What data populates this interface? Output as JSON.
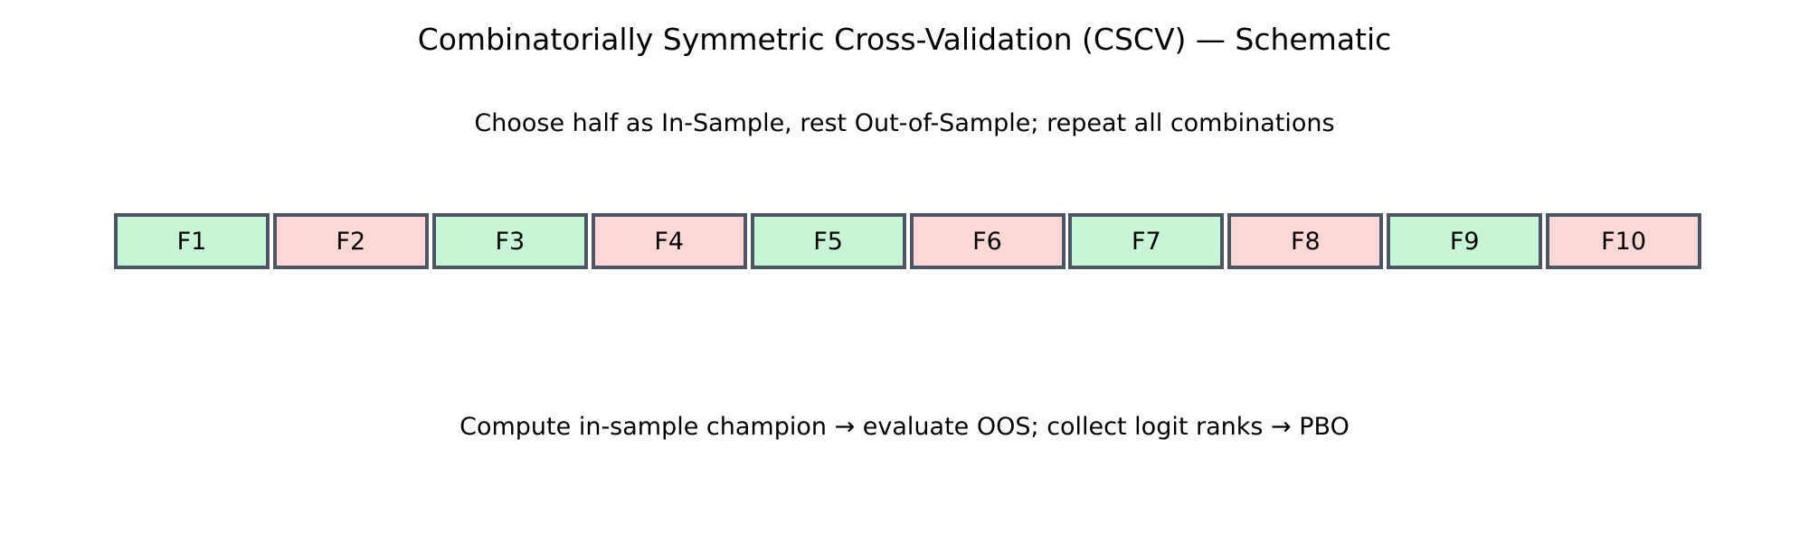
{
  "title": "Combinatorially Symmetric Cross-Validation (CSCV) — Schematic",
  "subtitle": "Choose half as In-Sample, rest Out-of-Sample; repeat all combinations",
  "footer_note": "Compute in-sample champion → evaluate OOS; collect logit ranks → PBO",
  "colors": {
    "in_sample": "#c6f6d5",
    "out_of_sample": "#fed7d7",
    "border": "#4b5563"
  },
  "folds": [
    {
      "label": "F1",
      "set": "in_sample"
    },
    {
      "label": "F2",
      "set": "out_of_sample"
    },
    {
      "label": "F3",
      "set": "in_sample"
    },
    {
      "label": "F4",
      "set": "out_of_sample"
    },
    {
      "label": "F5",
      "set": "in_sample"
    },
    {
      "label": "F6",
      "set": "out_of_sample"
    },
    {
      "label": "F7",
      "set": "in_sample"
    },
    {
      "label": "F8",
      "set": "out_of_sample"
    },
    {
      "label": "F9",
      "set": "in_sample"
    },
    {
      "label": "F10",
      "set": "out_of_sample"
    }
  ]
}
